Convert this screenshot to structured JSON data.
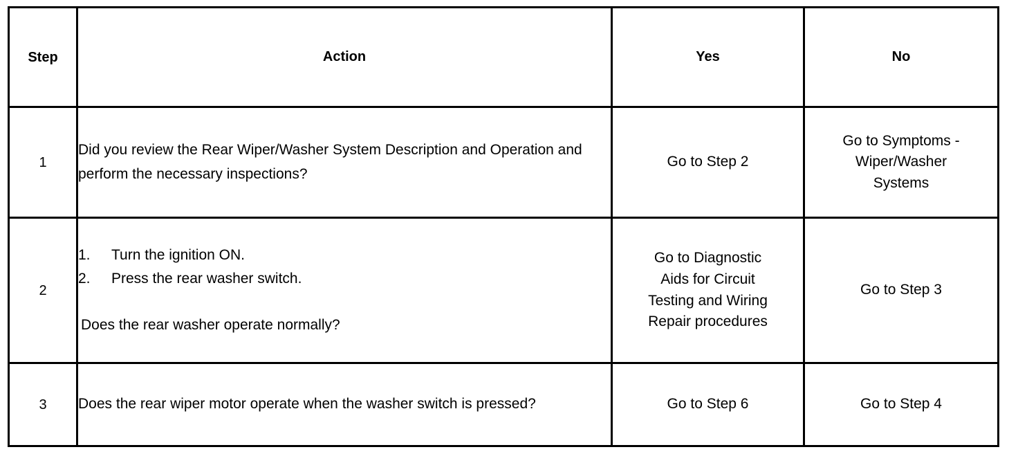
{
  "table": {
    "headers": {
      "step": "Step",
      "action": "Action",
      "yes": "Yes",
      "no": "No"
    },
    "rows": [
      {
        "step": "1",
        "action_paragraph": "Did you review the Rear Wiper/Washer System Description and Operation and perform the necessary inspections?",
        "yes": "Go to Step 2",
        "no_lines": [
          "Go to Symptoms -",
          "Wiper/Washer",
          "Systems"
        ],
        "no": "Go to Symptoms - Wiper/Washer Systems"
      },
      {
        "step": "2",
        "list": [
          {
            "num": "1.",
            "text": "Turn the ignition ON."
          },
          {
            "num": "2.",
            "text": "Press the rear washer switch."
          }
        ],
        "question": "Does the rear washer operate normally?",
        "yes_lines": [
          "Go to Diagnostic",
          "Aids for Circuit",
          "Testing and Wiring",
          "Repair procedures"
        ],
        "yes": "Go to Diagnostic Aids for Circuit Testing and Wiring Repair procedures",
        "no": "Go to Step 3"
      },
      {
        "step": "3",
        "action_paragraph": "Does the rear wiper motor operate when the washer switch is pressed?",
        "yes": "Go to Step 6",
        "no": "Go to Step 4"
      }
    ]
  },
  "colors": {
    "border": "#000000",
    "background": "#ffffff",
    "text": "#000000"
  }
}
